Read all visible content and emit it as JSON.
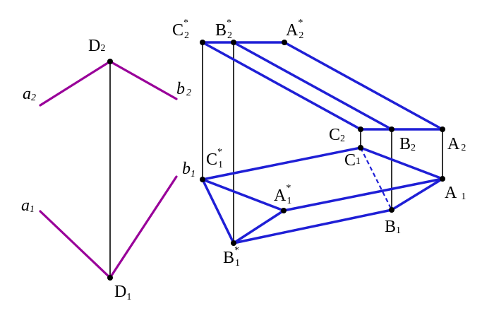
{
  "colors": {
    "background": "#ffffff",
    "blue_edge": "#1f1fd6",
    "purple_line": "#990099",
    "black_line": "#000000",
    "point": "#000000"
  },
  "labels": {
    "D2": {
      "base": "D",
      "sub": "2",
      "sup": ""
    },
    "D1": {
      "base": "D",
      "sub": "1",
      "sup": ""
    },
    "a2": {
      "base": "a",
      "sub": "2",
      "sup": ""
    },
    "b2": {
      "base": "b",
      "sub": "2",
      "sup": ""
    },
    "a1": {
      "base": "a",
      "sub": "1",
      "sup": ""
    },
    "b1": {
      "base": "b",
      "sub": "1",
      "sup": ""
    },
    "C2s": {
      "base": "C",
      "sub": "2",
      "sup": "*"
    },
    "B2s": {
      "base": "B",
      "sub": "2",
      "sup": "*"
    },
    "A2s": {
      "base": "A",
      "sub": "2",
      "sup": "*"
    },
    "C1s": {
      "base": "C",
      "sub": "1",
      "sup": "*"
    },
    "A1s": {
      "base": "A",
      "sub": "1",
      "sup": "*"
    },
    "B1s": {
      "base": "B",
      "sub": "1",
      "sup": "*"
    },
    "C2": {
      "base": "C",
      "sub": "2",
      "sup": ""
    },
    "B2": {
      "base": "B",
      "sub": "2",
      "sup": ""
    },
    "A2": {
      "base": "A",
      "sub": "2",
      "sup": ""
    },
    "C1": {
      "base": "C",
      "sub": "1",
      "sup": ""
    },
    "A1": {
      "base": "A",
      "sub": "1",
      "sup": ""
    },
    "B1": {
      "base": "B",
      "sub": "1",
      "sup": ""
    }
  }
}
